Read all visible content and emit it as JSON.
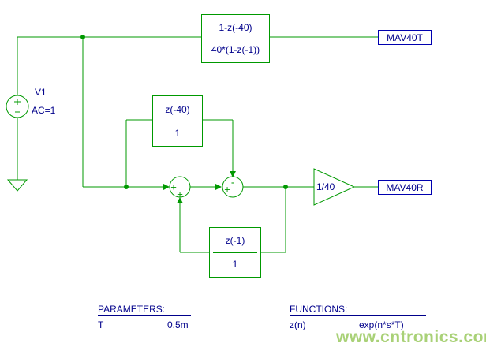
{
  "colors": {
    "wire_green": "#009900",
    "text_navy": "#00008B",
    "label_border_blue": "#0000B0",
    "watermark_green": "#a9d177"
  },
  "source": {
    "name": "V1",
    "value": "AC=1"
  },
  "blocks": {
    "transfer_top": {
      "numerator": "1-z(-40)",
      "denominator": "40*(1-z(-1))"
    },
    "delay_mid": {
      "numerator": "z(-40)",
      "denominator": "1"
    },
    "delay_bottom": {
      "numerator": "z(-1)",
      "denominator": "1"
    },
    "gain": "1/40"
  },
  "summer1": {
    "left_sign": "+",
    "bottom_sign": "+"
  },
  "summer2": {
    "top_sign": "-",
    "left_sign": "+"
  },
  "net_labels": {
    "top": "MAV40T",
    "right": "MAV40R"
  },
  "parameters": {
    "title": "PARAMETERS:",
    "rows": [
      {
        "name": "T",
        "value": "0.5m"
      }
    ]
  },
  "functions": {
    "title": "FUNCTIONS:",
    "rows": [
      {
        "name": "z(n)",
        "value": "exp(n*s*T)"
      }
    ]
  },
  "watermark": "www.cntronics.com"
}
